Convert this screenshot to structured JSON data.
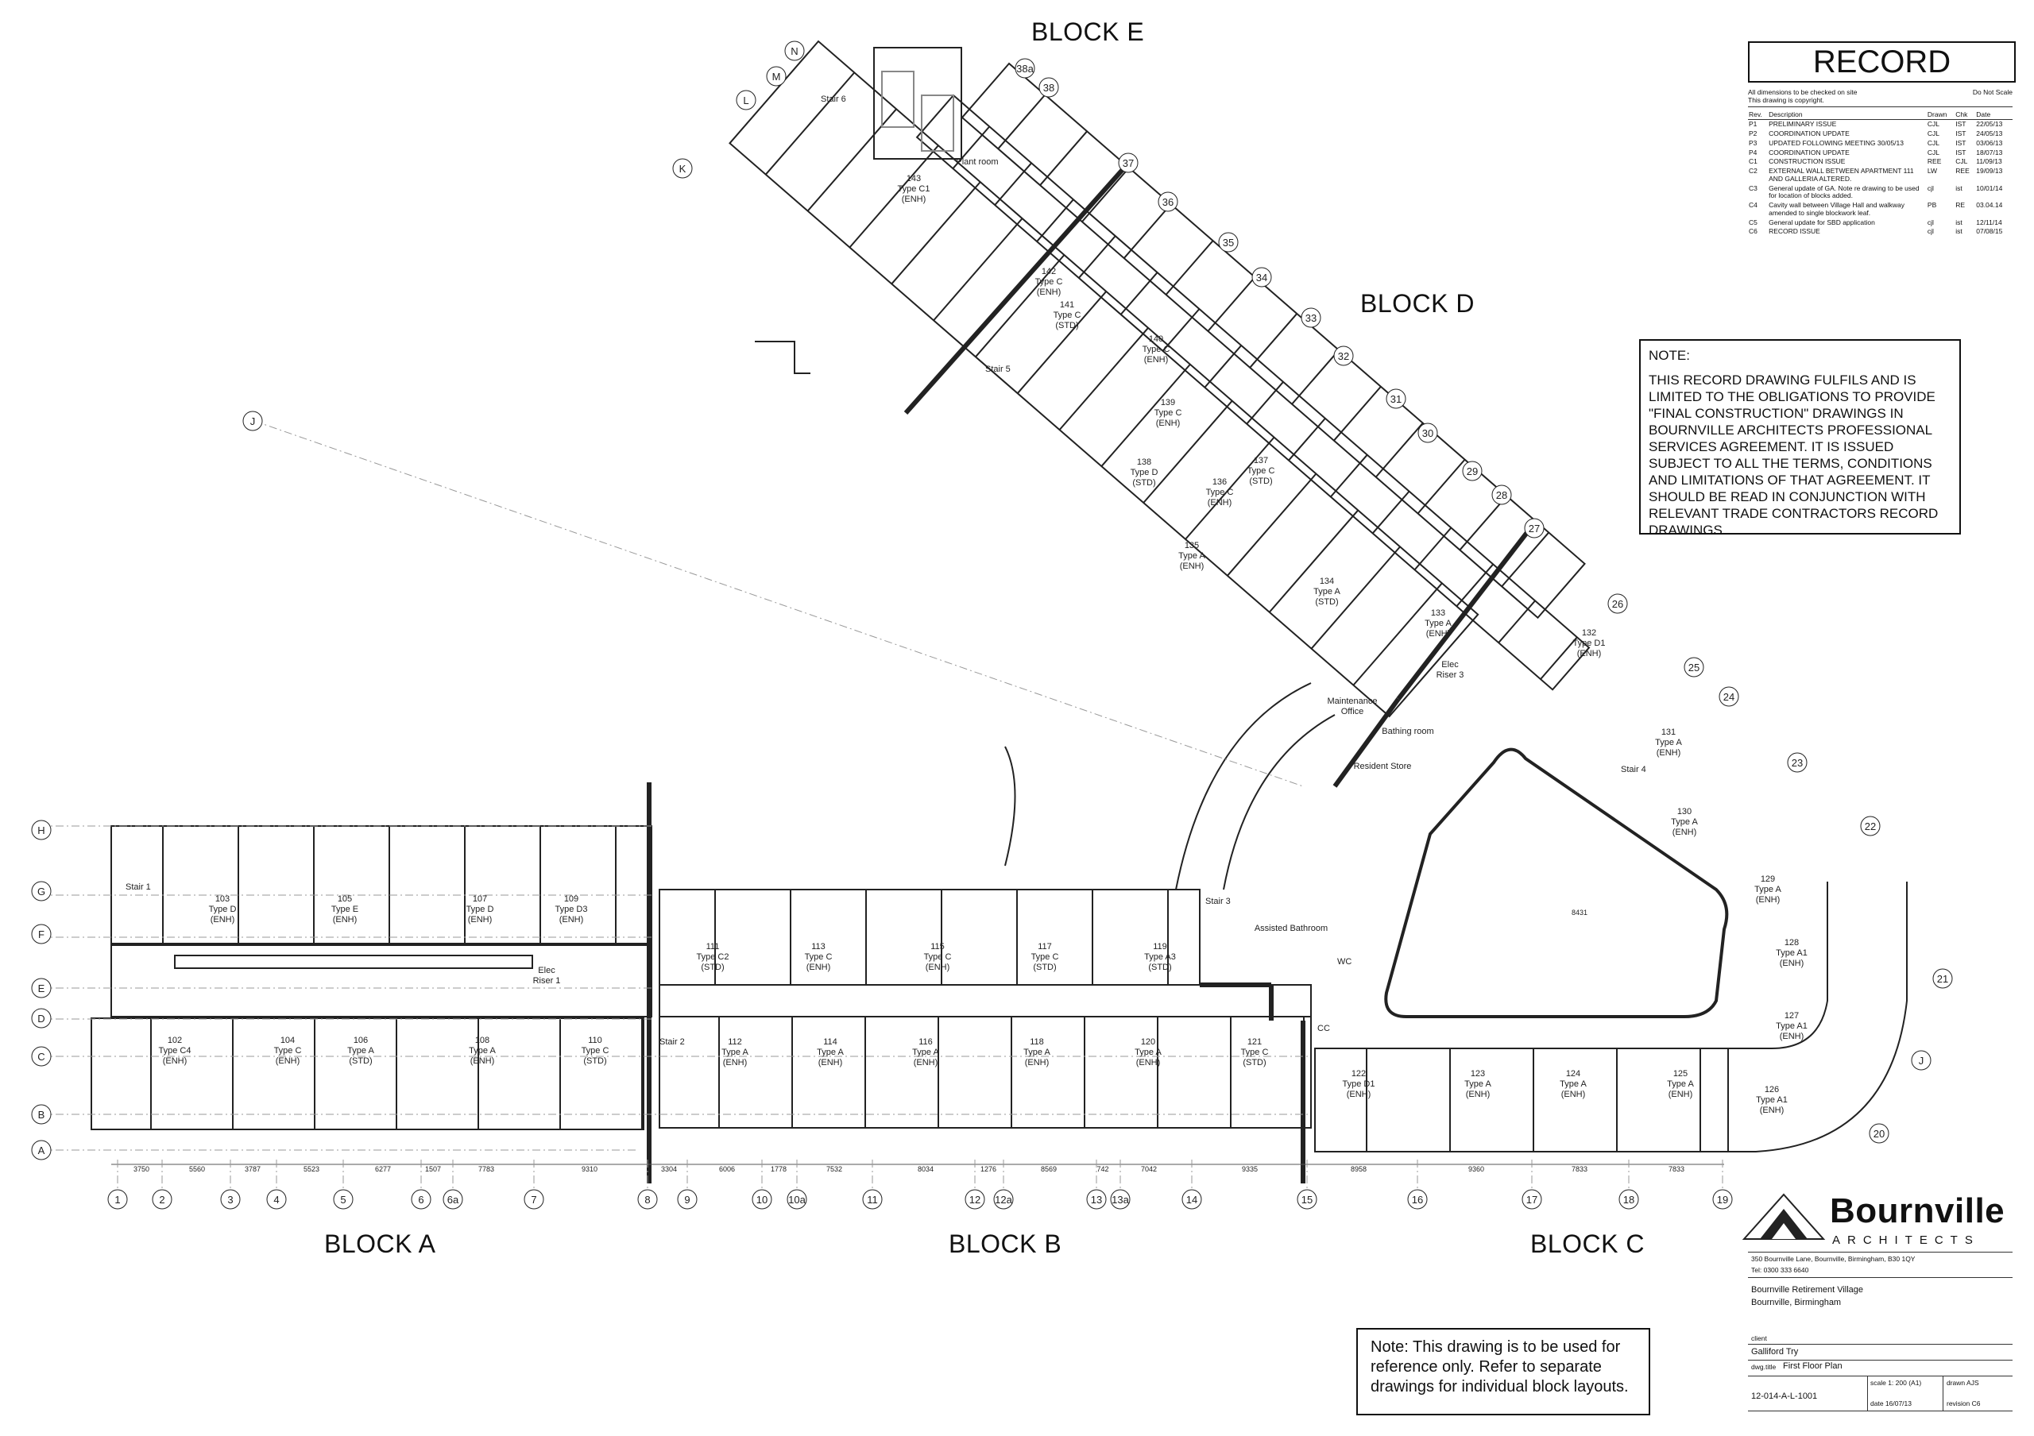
{
  "blocks": {
    "a": "BLOCK A",
    "b": "BLOCK B",
    "c": "BLOCK C",
    "d": "BLOCK D",
    "e": "BLOCK E"
  },
  "record_title": "RECORD",
  "revision_header": {
    "dims_note": "All dimensions to be checked on site\nThis drawing is copyright.",
    "do_not_scale": "Do Not Scale",
    "columns": [
      "Rev.",
      "Description",
      "Drawn",
      "Chk",
      "Date"
    ]
  },
  "revisions": [
    {
      "rev": "P1",
      "desc": "PRELIMINARY ISSUE",
      "drawn": "CJL",
      "chk": "IST",
      "date": "22/05/13"
    },
    {
      "rev": "P2",
      "desc": "COORDINATION UPDATE",
      "drawn": "CJL",
      "chk": "IST",
      "date": "24/05/13"
    },
    {
      "rev": "P3",
      "desc": "UPDATED FOLLOWING MEETING 30/05/13",
      "drawn": "CJL",
      "chk": "IST",
      "date": "03/06/13"
    },
    {
      "rev": "P4",
      "desc": "COORDINATION UPDATE",
      "drawn": "CJL",
      "chk": "IST",
      "date": "18/07/13"
    },
    {
      "rev": "C1",
      "desc": "CONSTRUCTION ISSUE",
      "drawn": "REE",
      "chk": "CJL",
      "date": "11/09/13"
    },
    {
      "rev": "C2",
      "desc": "EXTERNAL WALL BETWEEN APARTMENT 111 AND GALLERIA ALTERED.",
      "drawn": "LW",
      "chk": "REE",
      "date": "19/09/13"
    },
    {
      "rev": "C3",
      "desc": "General update of GA. Note re drawing to be used for location of blocks added.",
      "drawn": "cjl",
      "chk": "ist",
      "date": "10/01/14"
    },
    {
      "rev": "C4",
      "desc": "Cavity wall between Village Hall and walkway amended to single blockwork leaf.",
      "drawn": "PB",
      "chk": "RE",
      "date": "03.04.14"
    },
    {
      "rev": "C5",
      "desc": "General update for SBD application",
      "drawn": "cjl",
      "chk": "ist",
      "date": "12/11/14"
    },
    {
      "rev": "C6",
      "desc": "RECORD ISSUE",
      "drawn": "cjl",
      "chk": "ist",
      "date": "07/08/15"
    }
  ],
  "note_main": {
    "heading": "NOTE:",
    "body": "THIS RECORD DRAWING FULFILS AND IS LIMITED TO THE OBLIGATIONS TO PROVIDE \"FINAL CONSTRUCTION\" DRAWINGS IN BOURNVILLE ARCHITECTS PROFESSIONAL SERVICES AGREEMENT.  IT IS ISSUED SUBJECT TO ALL THE TERMS, CONDITIONS AND LIMITATIONS OF THAT AGREEMENT.  IT SHOULD BE READ IN CONJUNCTION WITH RELEVANT TRADE CONTRACTORS RECORD DRAWINGS."
  },
  "note_reference": "Note:  This drawing is to be used for reference only.  Refer to separate drawings for individual block layouts.",
  "title_block": {
    "logo": "Bournville",
    "logo_sub": "ARCHITECTS",
    "address": "350 Bournville Lane,  Bournville,  Birmingham,  B30 1QY",
    "tel": "Tel: 0300 333 6640",
    "project_line1": "Bournville Retirement Village",
    "project_line2": "Bournville, Birmingham",
    "client_label": "client",
    "client": "Galliford Try",
    "dwg_title_label": "dwg.title",
    "dwg_title": "First Floor Plan",
    "dwg_no": "12-014-A-L-1001",
    "scale": "scale 1: 200 (A1)",
    "drawn": "drawn AJS",
    "date": "date 16/07/13",
    "revision": "revision C6"
  },
  "grid": {
    "rows": [
      "H",
      "G",
      "F",
      "E",
      "D",
      "C",
      "B",
      "A"
    ],
    "cols": [
      "1",
      "2",
      "3",
      "4",
      "5",
      "6",
      "6a",
      "7",
      "8",
      "9",
      "10",
      "10a",
      "11",
      "12",
      "12a",
      "13",
      "13a",
      "14",
      "15",
      "16",
      "17",
      "18",
      "19"
    ],
    "curve": [
      "20",
      "21",
      "22",
      "23",
      "24",
      "25",
      "26",
      "27",
      "28",
      "29",
      "30",
      "31",
      "32",
      "33",
      "34",
      "35",
      "36",
      "37",
      "38",
      "38a"
    ],
    "diag": [
      "J",
      "K",
      "L",
      "M",
      "N"
    ],
    "dims": [
      "3750",
      "5560",
      "3787",
      "5523",
      "6277",
      "1507",
      "7783",
      "9310",
      "3304",
      "6006",
      "1778",
      "7532",
      "8034",
      "1276",
      "8569",
      "742",
      "7042",
      "9335",
      "8958",
      "9360",
      "7833",
      "7833"
    ]
  },
  "labels": {
    "stairs": [
      "Stair 1",
      "Stair 2",
      "Stair 3",
      "Stair 4",
      "Stair 5",
      "Stair 6"
    ],
    "elec_riser1": "Elec\nRiser 1",
    "elec_riser3": "Elec\nRiser 3",
    "assisted_bath": "Assisted Bathroom",
    "wc": "WC",
    "cc": "CC",
    "maintenance": "Maintenance\nOffice",
    "bathing": "Bathing room",
    "resident_store": "Resident Store",
    "plant_room": "Plant room",
    "courtyard_dim": "8431"
  },
  "units": [
    {
      "n": "103",
      "t": "Type D",
      "s": "(ENH)"
    },
    {
      "n": "105",
      "t": "Type E",
      "s": "(ENH)"
    },
    {
      "n": "107",
      "t": "Type D",
      "s": "(ENH)"
    },
    {
      "n": "109",
      "t": "Type D3",
      "s": "(ENH)"
    },
    {
      "n": "102",
      "t": "Type C4",
      "s": "(ENH)"
    },
    {
      "n": "104",
      "t": "Type C",
      "s": "(ENH)"
    },
    {
      "n": "106",
      "t": "Type A",
      "s": "(STD)"
    },
    {
      "n": "108",
      "t": "Type A",
      "s": "(ENH)"
    },
    {
      "n": "110",
      "t": "Type C",
      "s": "(STD)"
    },
    {
      "n": "111",
      "t": "Type C2",
      "s": "(STD)"
    },
    {
      "n": "113",
      "t": "Type C",
      "s": "(ENH)"
    },
    {
      "n": "115",
      "t": "Type C",
      "s": "(ENH)"
    },
    {
      "n": "117",
      "t": "Type C",
      "s": "(STD)"
    },
    {
      "n": "119",
      "t": "Type A3",
      "s": "(STD)"
    },
    {
      "n": "112",
      "t": "Type A",
      "s": "(ENH)"
    },
    {
      "n": "114",
      "t": "Type A",
      "s": "(ENH)"
    },
    {
      "n": "116",
      "t": "Type A",
      "s": "(ENH)"
    },
    {
      "n": "118",
      "t": "Type A",
      "s": "(ENH)"
    },
    {
      "n": "120",
      "t": "Type A",
      "s": "(ENH)"
    },
    {
      "n": "121",
      "t": "Type C",
      "s": "(STD)"
    },
    {
      "n": "122",
      "t": "Type D1",
      "s": "(ENH)"
    },
    {
      "n": "123",
      "t": "Type A",
      "s": "(ENH)"
    },
    {
      "n": "124",
      "t": "Type A",
      "s": "(ENH)"
    },
    {
      "n": "125",
      "t": "Type A",
      "s": "(ENH)"
    },
    {
      "n": "126",
      "t": "Type A1",
      "s": "(ENH)"
    },
    {
      "n": "127",
      "t": "Type A1",
      "s": "(ENH)"
    },
    {
      "n": "128",
      "t": "Type A1",
      "s": "(ENH)"
    },
    {
      "n": "129",
      "t": "Type A",
      "s": "(ENH)"
    },
    {
      "n": "130",
      "t": "Type A",
      "s": "(ENH)"
    },
    {
      "n": "131",
      "t": "Type A",
      "s": "(ENH)"
    },
    {
      "n": "132",
      "t": "Type D1",
      "s": "(ENH)"
    },
    {
      "n": "133",
      "t": "Type A",
      "s": "(ENH)"
    },
    {
      "n": "134",
      "t": "Type A",
      "s": "(STD)"
    },
    {
      "n": "135",
      "t": "Type A",
      "s": "(ENH)"
    },
    {
      "n": "136",
      "t": "Type C",
      "s": "(ENH)"
    },
    {
      "n": "137",
      "t": "Type C",
      "s": "(STD)"
    },
    {
      "n": "138",
      "t": "Type D",
      "s": "(STD)"
    },
    {
      "n": "139",
      "t": "Type C",
      "s": "(ENH)"
    },
    {
      "n": "140",
      "t": "Type C",
      "s": "(ENH)"
    },
    {
      "n": "141",
      "t": "Type C",
      "s": "(STD)"
    },
    {
      "n": "142",
      "t": "Type C",
      "s": "(ENH)"
    },
    {
      "n": "143",
      "t": "Type C1",
      "s": "(ENH)"
    }
  ]
}
